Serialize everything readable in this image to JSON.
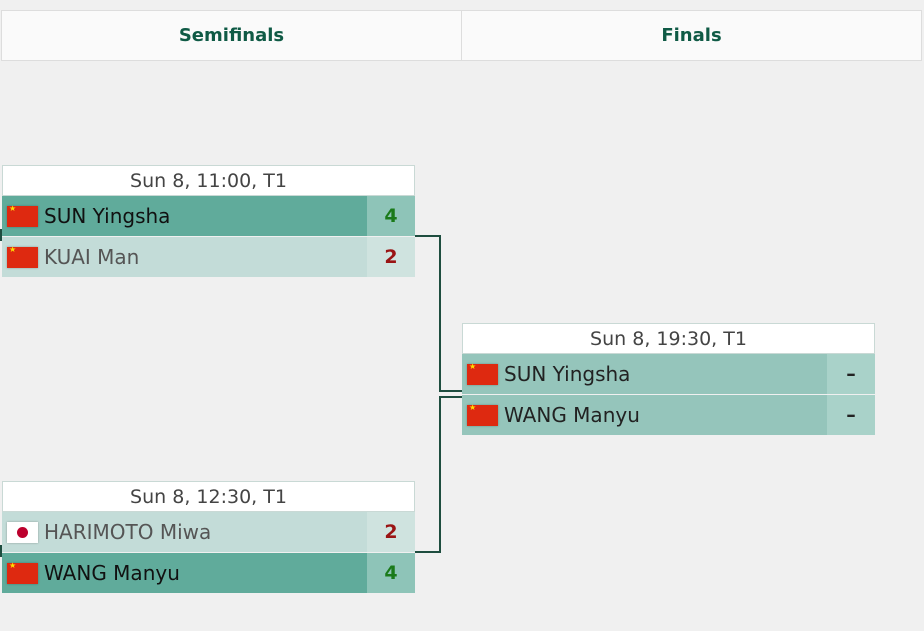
{
  "rounds": [
    "Semifinals",
    "Finals"
  ],
  "matches": [
    {
      "info": "Sun 8, 11:00, T1",
      "players": [
        {
          "name": "SUN Yingsha",
          "flag": "china-flag",
          "score": "4"
        },
        {
          "name": "KUAI Man",
          "flag": "china-flag",
          "score": "2"
        }
      ]
    },
    {
      "info": "Sun 8, 12:30, T1",
      "players": [
        {
          "name": "HARIMOTO Miwa",
          "flag": "japan-flag",
          "score": "2"
        },
        {
          "name": "WANG Manyu",
          "flag": "china-flag",
          "score": "4"
        }
      ]
    },
    {
      "info": "Sun 8, 19:30, T1",
      "players": [
        {
          "name": "SUN Yingsha",
          "flag": "china-flag",
          "score": "–"
        },
        {
          "name": "WANG Manyu",
          "flag": "china-flag",
          "score": "–"
        }
      ]
    }
  ]
}
